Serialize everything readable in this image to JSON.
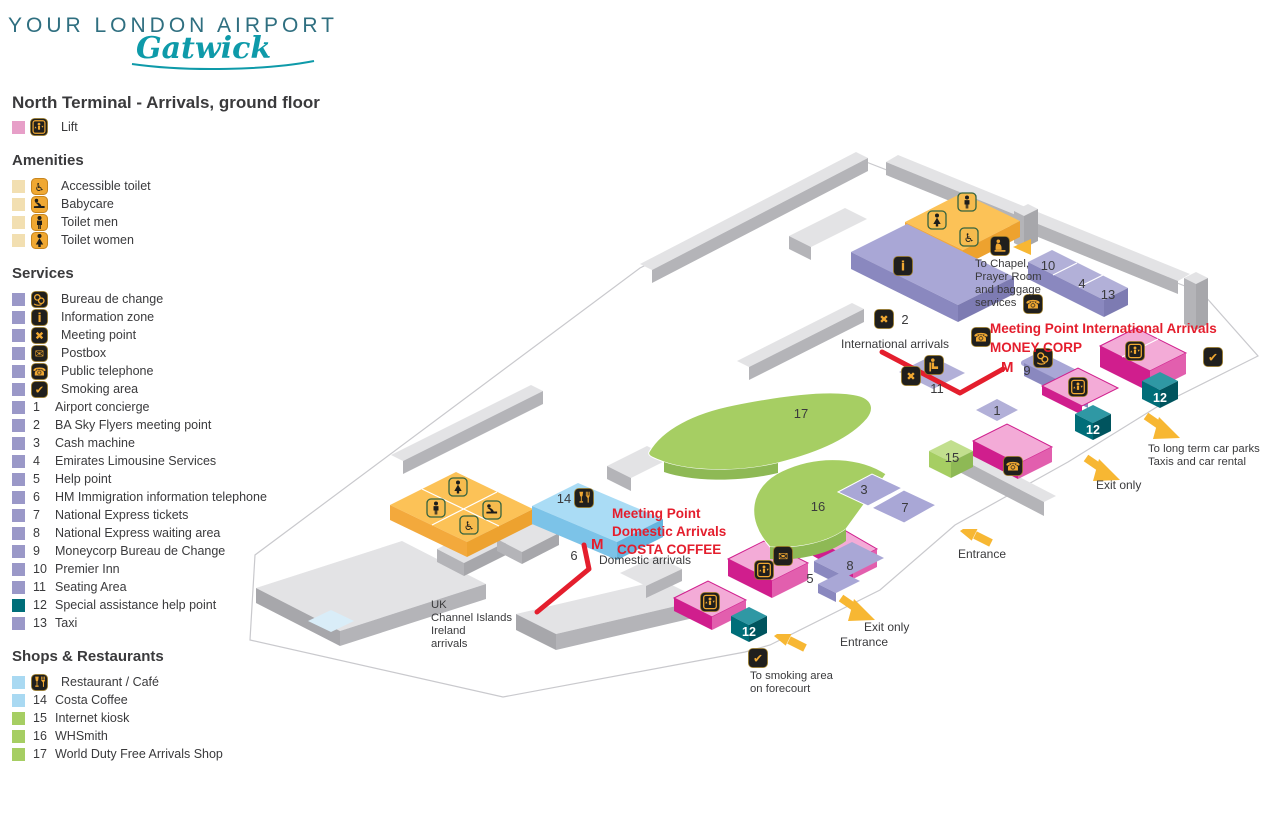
{
  "logo": {
    "tagline": "YOUR LONDON AIRPORT",
    "brand": "Gatwick"
  },
  "title": "North Terminal - Arrivals, ground floor",
  "legend": {
    "lift_label": "Lift",
    "amenities": {
      "heading": "Amenities",
      "items": [
        {
          "icon": "accessible-toilet-icon",
          "label": "Accessible toilet"
        },
        {
          "icon": "babycare-icon",
          "label": "Babycare"
        },
        {
          "icon": "toilet-men-icon",
          "label": "Toilet men"
        },
        {
          "icon": "toilet-women-icon",
          "label": "Toilet women"
        }
      ]
    },
    "services": {
      "heading": "Services",
      "icon_items": [
        {
          "icon": "bureau-de-change-icon",
          "label": "Bureau de change"
        },
        {
          "icon": "information-zone-icon",
          "label": "Information zone"
        },
        {
          "icon": "meeting-point-icon",
          "label": "Meeting point"
        },
        {
          "icon": "postbox-icon",
          "label": "Postbox"
        },
        {
          "icon": "public-telephone-icon",
          "label": "Public telephone"
        },
        {
          "icon": "smoking-area-icon",
          "label": "Smoking area"
        }
      ],
      "numbered_items": [
        {
          "num": "1",
          "label": "Airport concierge"
        },
        {
          "num": "2",
          "label": "BA Sky Flyers meeting point"
        },
        {
          "num": "3",
          "label": "Cash machine"
        },
        {
          "num": "4",
          "label": "Emirates Limousine Services"
        },
        {
          "num": "5",
          "label": "Help point"
        },
        {
          "num": "6",
          "label": "HM Immigration information telephone"
        },
        {
          "num": "7",
          "label": "National Express tickets"
        },
        {
          "num": "8",
          "label": "National Express waiting area"
        },
        {
          "num": "9",
          "label": "Moneycorp Bureau de Change"
        },
        {
          "num": "10",
          "label": "Premier Inn"
        },
        {
          "num": "11",
          "label": "Seating Area"
        },
        {
          "num": "12",
          "label": "Special assistance help point"
        },
        {
          "num": "13",
          "label": "Taxi"
        }
      ]
    },
    "shops": {
      "heading": "Shops & Restaurants",
      "items": [
        {
          "icon": "restaurant-cafe-icon",
          "label": "Restaurant / Café"
        },
        {
          "num": "14",
          "label": "Costa Coffee"
        },
        {
          "num": "15",
          "label": "Internet kiosk"
        },
        {
          "num": "16",
          "label": "WHSmith"
        },
        {
          "num": "17",
          "label": "World Duty Free Arrivals Shop"
        }
      ]
    }
  },
  "map": {
    "labels": {
      "international_arrivals": "International arrivals",
      "domestic_arrivals": "Domestic arrivals",
      "chapel": [
        "To Chapel,",
        "Prayer Room",
        "and baggage",
        "services"
      ],
      "uk_arrivals": [
        "UK",
        "Channel Islands",
        "Ireland",
        "arrivals"
      ],
      "long_term": [
        "To long term car parks",
        "Taxis and car rental"
      ],
      "exit_only": "Exit only",
      "entrance": "Entrance",
      "smoking": [
        "To smoking area",
        "on forecourt"
      ]
    },
    "annotations": {
      "intl": {
        "line1": "Meeting Point International Arrivals",
        "line2": "MONEY CORP",
        "marker": "M"
      },
      "domestic": {
        "line1": "Meeting Point",
        "line2": "Domestic Arrivals",
        "line3": "COSTA COFFEE",
        "marker": "M"
      }
    },
    "numbers": {
      "n1": "1",
      "n2": "2",
      "n3": "3",
      "n4": "4",
      "n5": "5",
      "n6": "6",
      "n7": "7",
      "n8": "8",
      "n9": "9",
      "n10": "10",
      "n11": "11",
      "n12": "12",
      "n13": "13",
      "n14": "14",
      "n15": "15",
      "n16": "16",
      "n17": "17"
    }
  },
  "icons": {
    "public-telephone": "☎",
    "postbox": "✉",
    "smoking-area": "✔",
    "meeting-point": "✖",
    "information-zone": "i",
    "accessible-toilet": "♿",
    "lift": "svg-shape",
    "toilet-men": "svg-shape",
    "toilet-women": "svg-shape",
    "babycare": "svg-shape",
    "bureau-de-change": "svg-shape",
    "chapel": "svg-shape",
    "seating": "svg-shape",
    "restaurant-cafe": "svg-shape"
  },
  "colors": {
    "brand_teal": "#2f6f80",
    "brand_script": "#0e9aa9",
    "red": "#e41e2d",
    "yellow": "#f7b733",
    "lavender": "#9a98c8",
    "teal_dark": "#006e79",
    "green": "#a6ce63",
    "blue": "#a9d9f2",
    "pink": "#e79fc8",
    "magenta": "#d01e8d",
    "orange": "#f0a832",
    "beige": "#f2dfb1",
    "text": "#3a3a3c"
  }
}
